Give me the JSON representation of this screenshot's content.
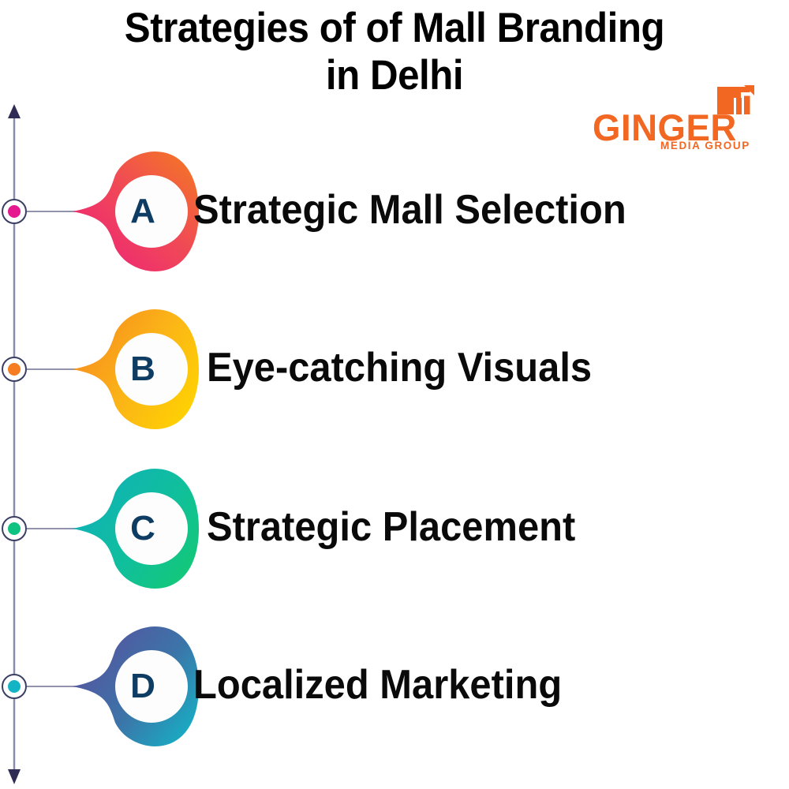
{
  "header": {
    "title": "Strategies of of Mall Branding\nin Delhi"
  },
  "logo": {
    "name": "GINGER",
    "tagline": "MEDIA GROUP",
    "mark_icon": "nested-square-arrow-icon",
    "color": "#f26722"
  },
  "timeline": {
    "axis_icon": "vertical-double-arrow-axis",
    "axis_color": "#8a8cab",
    "arrow_color": "#2e2b55",
    "items": [
      {
        "letter": "A",
        "label": "Strategic Mall Selection",
        "dot_color": "#e6188f",
        "gradient_from": "#ee1c7f",
        "gradient_to": "#f47b20",
        "letter_color": "#0e3c63"
      },
      {
        "letter": "B",
        "label": "Eye-catching Visuals",
        "dot_color": "#f57c20",
        "gradient_from": "#f68b1f",
        "gradient_to": "#ffd400",
        "letter_color": "#0e3c63"
      },
      {
        "letter": "C",
        "label": "Strategic Placement",
        "dot_color": "#0ec27f",
        "gradient_from": "#0fb3b8",
        "gradient_to": "#12c878",
        "letter_color": "#102a5c"
      },
      {
        "letter": "D",
        "label": "Localized Marketing",
        "dot_color": "#13b5c4",
        "gradient_from": "#5a4f9e",
        "gradient_to": "#14b3c6",
        "letter_color": "#102a5c"
      }
    ]
  }
}
